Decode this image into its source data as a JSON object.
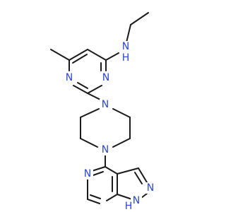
{
  "structure": {
    "atoms": [
      {
        "symbol": "N",
        "color": "#2a45e6"
      },
      {
        "symbol": "H",
        "color": "#2a45e6"
      },
      {
        "symbol": "N",
        "color": "#2a45e6"
      },
      {
        "symbol": "N",
        "color": "#2a45e6"
      },
      {
        "symbol": "N",
        "color": "#2a45e6"
      },
      {
        "symbol": "N",
        "color": "#2a45e6"
      },
      {
        "symbol": "N",
        "color": "#2a45e6"
      },
      {
        "symbol": "N",
        "color": "#2a45e6"
      },
      {
        "symbol": "N",
        "color": "#2a45e6"
      },
      {
        "symbol": "H",
        "color": "#2a45e6"
      }
    ]
  }
}
